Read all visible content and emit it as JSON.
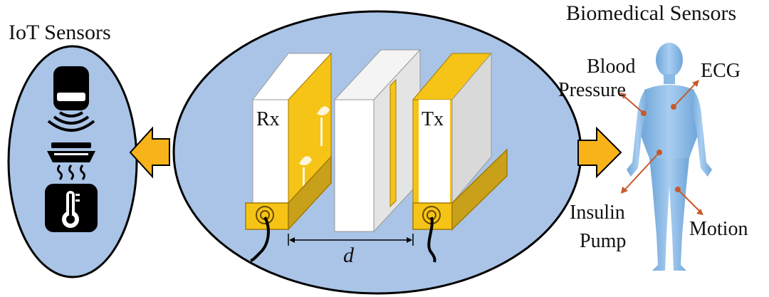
{
  "labels": {
    "iot_title": "IoT Sensors",
    "bio_title": "Biomedical Sensors",
    "rx": "Rx",
    "tx": "Tx",
    "distance": "d",
    "blood": "Blood",
    "pressure": "Pressure",
    "ecg": "ECG",
    "insulin": "Insulin",
    "pump": "Pump",
    "motion": "Motion"
  },
  "colors": {
    "ellipse_fill": "#a9c4e6",
    "ellipse_stroke": "#000000",
    "gold": "#f5c417",
    "gold_dark": "#c9a01a",
    "gold_edge": "#a37a00",
    "arrow": "#f8b31b",
    "body": "#6fa6d9",
    "body_light": "#a8cdf0",
    "pointer": "#c65a2c",
    "icon_dark": "#000000"
  },
  "icons": [
    "camera-sensor-icon",
    "smoke-detector-icon",
    "temperature-sensor-icon",
    "human-body-icon"
  ]
}
